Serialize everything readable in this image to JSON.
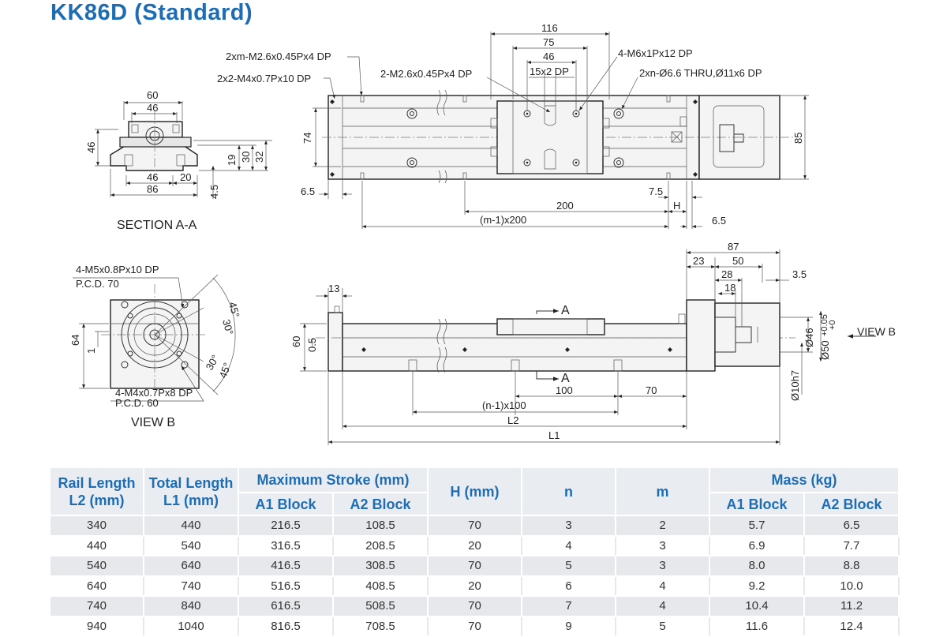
{
  "title": "KK86D (Standard)",
  "views": {
    "section": "SECTION A-A",
    "view_b": "VIEW B",
    "view_b_arrow": "VIEW B",
    "section_mark": "A"
  },
  "annotations": {
    "a1": "2xm-M2.6x0.45Px4 DP",
    "a2": "2x2-M4x0.7Px10 DP",
    "a3": "2-M2.6x0.45Px4 DP",
    "a4": "4-M6x1Px12 DP",
    "a5": "2xn-Ø6.6 THRU,Ø11x6 DP",
    "a6": "4-M5x0.8Px10 DP",
    "a7": "P.C.D. 70",
    "a8": "4-M4x0.7Px8 DP",
    "a9": "P.C.D. 60"
  },
  "dims": {
    "d60": "60",
    "d46": "46",
    "d46b": "46",
    "d20": "20",
    "d86": "86",
    "d4_5": "4.5",
    "d19": "19",
    "d30": "30",
    "d32": "32",
    "d116": "116",
    "d75": "75",
    "d46c": "46",
    "d15x2": "15x2 DP",
    "d74": "74",
    "d85": "85",
    "d6_5": "6.5",
    "d7_5": "7.5",
    "d200": "200",
    "dm1": "(m-1)x200",
    "dH": "H",
    "d6_5b": "6.5",
    "d64": "64",
    "d1": "1",
    "d30deg": "30°",
    "d45deg": "45°",
    "d30deg2": "30°",
    "d45deg2": "45°",
    "d13": "13",
    "d60b": "60",
    "d0_5": "0.5",
    "d87": "87",
    "d23": "23",
    "d50": "50",
    "d28": "28",
    "d18": "18",
    "d3_5": "3.5",
    "d100": "100",
    "d70": "70",
    "dn1": "(n-1)x100",
    "dL2": "L2",
    "dL1": "L1",
    "dphi46": "Ø46",
    "dphi50": "Ø50",
    "dphi50tol_up": "+0.05",
    "dphi50tol_dn": "+0",
    "dphi10": "Ø10h7"
  },
  "table": {
    "headers": {
      "rail": "Rail Length L2 (mm)",
      "total": "Total Length L1 (mm)",
      "stroke": "Maximum  Stroke (mm)",
      "h": "H (mm)",
      "n": "n",
      "m": "m",
      "mass": "Mass (kg)",
      "a1": "A1 Block",
      "a2": "A2 Block",
      "ma1": "A1 Block",
      "ma2": "A2 Block"
    },
    "rows": [
      [
        "340",
        "440",
        "216.5",
        "108.5",
        "70",
        "3",
        "2",
        "5.7",
        "6.5"
      ],
      [
        "440",
        "540",
        "316.5",
        "208.5",
        "20",
        "4",
        "3",
        "6.9",
        "7.7"
      ],
      [
        "540",
        "640",
        "416.5",
        "308.5",
        "70",
        "5",
        "3",
        "8.0",
        "8.8"
      ],
      [
        "640",
        "740",
        "516.5",
        "408.5",
        "20",
        "6",
        "4",
        "9.2",
        "10.0"
      ],
      [
        "740",
        "840",
        "616.5",
        "508.5",
        "70",
        "7",
        "4",
        "10.4",
        "11.2"
      ],
      [
        "940",
        "1040",
        "816.5",
        "708.5",
        "70",
        "9",
        "5",
        "11.6",
        "12.4"
      ]
    ]
  }
}
